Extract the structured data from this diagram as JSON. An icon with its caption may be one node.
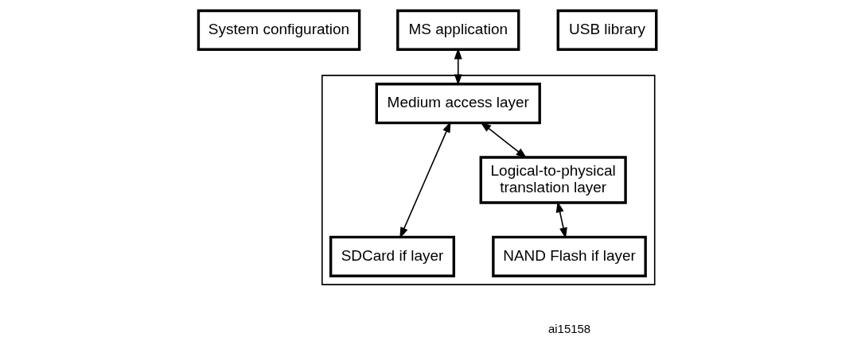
{
  "diagram": {
    "nodes": [
      {
        "text": [
          "System configuration"
        ]
      },
      {
        "text": [
          "MS application"
        ]
      },
      {
        "text": [
          "USB library"
        ]
      },
      {
        "text": [],
        "shape": "box"
      },
      {
        "text": [
          "Medium access layer"
        ],
        "in": 3
      },
      {
        "text": [
          "Logical-to-physical translation layer"
        ],
        "in": 3
      },
      {
        "text": [
          "SDCard if layer"
        ],
        "in": 3
      },
      {
        "text": [
          "NAND Flash if layer"
        ],
        "in": 3
      }
    ],
    "edges": [
      {
        "from": 1,
        "to": 4,
        "arrow": "both"
      },
      {
        "from": 4,
        "to": 6,
        "arrow": "both"
      },
      {
        "from": 4,
        "to": 5,
        "arrow": "both"
      },
      {
        "from": 5,
        "to": 7,
        "arrow": "both"
      }
    ],
    "labels": [
      "ai15158"
    ]
  }
}
